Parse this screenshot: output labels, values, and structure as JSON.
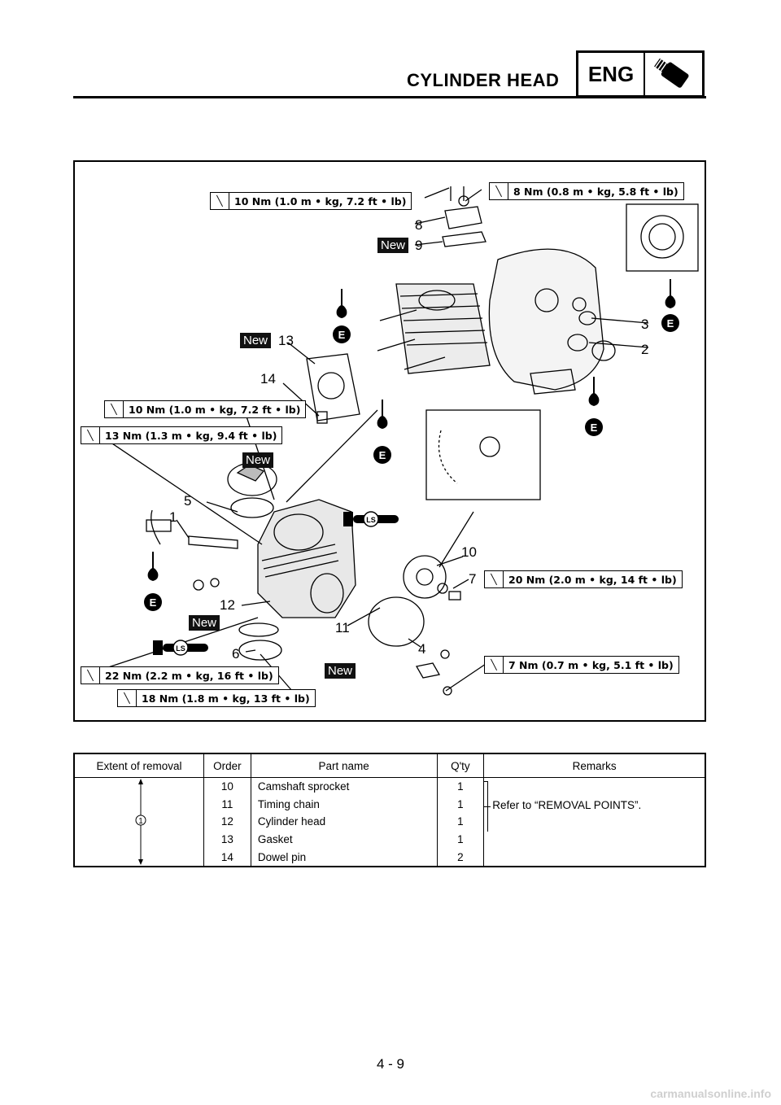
{
  "header": {
    "title": "CYLINDER HEAD",
    "badge": "ENG"
  },
  "torques": {
    "t1": "10 Nm (1.0 m • kg, 7.2 ft • lb)",
    "t2": "8 Nm (0.8 m • kg, 5.8 ft • lb)",
    "t3": "10 Nm (1.0 m • kg, 7.2 ft • lb)",
    "t4": "13 Nm (1.3 m • kg, 9.4 ft • lb)",
    "t5": "20 Nm (2.0 m • kg, 14 ft • lb)",
    "t6": "7 Nm (0.7 m • kg, 5.1 ft • lb)",
    "t7": "22 Nm (2.2 m • kg, 16 ft • lb)",
    "t8": "18 Nm (1.8 m • kg, 13 ft • lb)"
  },
  "callouts": {
    "c1": "1",
    "c2": "2",
    "c3": "3",
    "c4": "4",
    "c5": "5",
    "c6": "6",
    "c7": "7",
    "c8": "8",
    "c9": "9",
    "c10": "10",
    "c11": "11",
    "c12": "12",
    "c13": "13",
    "c14": "14"
  },
  "tags": {
    "new": "New",
    "ls": "LS",
    "engine_oil": "E"
  },
  "table": {
    "headers": [
      "Extent of removal",
      "Order",
      "Part name",
      "Q'ty",
      "Remarks"
    ],
    "extent_marker": "1",
    "rows": [
      {
        "order": "10",
        "name": "Camshaft sprocket",
        "qty": "1"
      },
      {
        "order": "11",
        "name": "Timing chain",
        "qty": "1"
      },
      {
        "order": "12",
        "name": "Cylinder head",
        "qty": "1"
      },
      {
        "order": "13",
        "name": "Gasket",
        "qty": "1"
      },
      {
        "order": "14",
        "name": "Dowel pin",
        "qty": "2"
      }
    ],
    "remark": "Refer to “REMOVAL POINTS”."
  },
  "footer": {
    "page_number": "4 - 9",
    "watermark": "carmanualsonline.info"
  }
}
